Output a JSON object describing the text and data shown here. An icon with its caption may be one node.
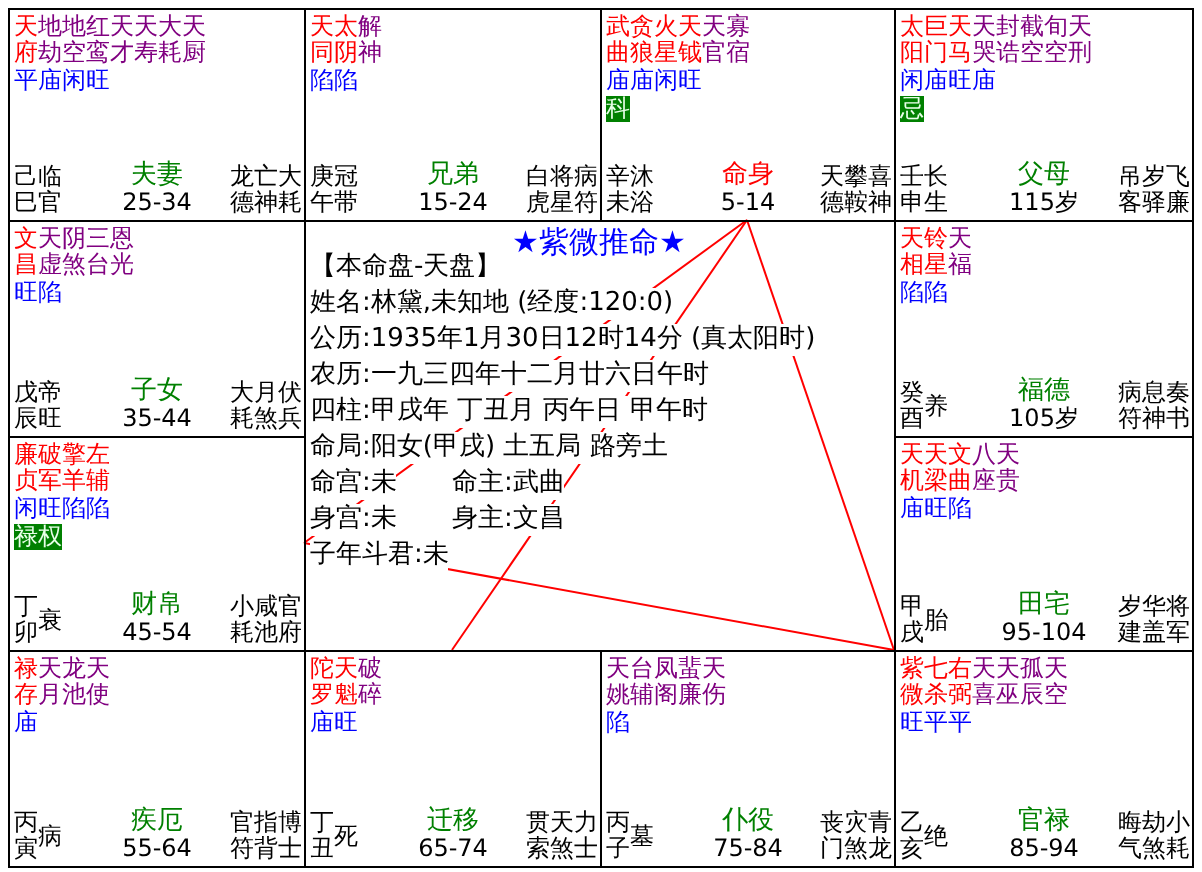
{
  "diagram": {
    "title": "★紫微推命★",
    "nodes": [
      {
        "text": [
          "天府",
          "地劫",
          "地空",
          "红鸾",
          "天才",
          "天寿",
          "大耗",
          "天厨",
          "平庙闲旺",
          "己巳",
          "临官",
          "夫妻",
          "25-34",
          "龙德",
          "亡神",
          "大耗"
        ]
      },
      {
        "text": [
          "天同",
          "太阴",
          "解神",
          "陷陷",
          "庚午",
          "冠带",
          "兄弟",
          "15-24",
          "白虎",
          "将星",
          "病符"
        ]
      },
      {
        "text": [
          "武曲",
          "贪狼",
          "火星",
          "天钺",
          "天官",
          "寡宿",
          "庙庙闲旺",
          "科",
          "辛未",
          "沐浴",
          "命身",
          "5-14",
          "天德",
          "攀鞍",
          "喜神"
        ]
      },
      {
        "text": [
          "太阳",
          "巨门",
          "天马",
          "天哭",
          "封诰",
          "截空",
          "旬空",
          "天刑",
          "闲庙旺庙",
          "忌",
          "壬申",
          "长生",
          "父母",
          "115岁",
          "吊客",
          "岁驿",
          "飞廉"
        ]
      },
      {
        "text": [
          "文昌",
          "天虚",
          "阴煞",
          "三台",
          "恩光",
          "旺陷",
          "戊辰",
          "帝旺",
          "子女",
          "35-44",
          "大耗",
          "月煞",
          "伏兵"
        ]
      },
      {
        "text": [
          "天相",
          "铃星",
          "天福",
          "陷陷",
          "癸酉",
          "养",
          "福德",
          "105岁",
          "病符",
          "息神",
          "奏书"
        ]
      },
      {
        "text": [
          "廉贞",
          "破军",
          "擎羊",
          "左辅",
          "闲旺陷陷",
          "禄权",
          "丁卯",
          "衰",
          "财帛",
          "45-54",
          "小耗",
          "咸池",
          "官府"
        ]
      },
      {
        "text": [
          "天机",
          "天梁",
          "文曲",
          "八座",
          "天贵",
          "庙旺陷",
          "甲戌",
          "胎",
          "田宅",
          "95-104",
          "岁建",
          "华盖",
          "将军"
        ]
      },
      {
        "text": [
          "禄存",
          "天月",
          "龙池",
          "天使",
          "庙",
          "丙寅",
          "病",
          "疾厄",
          "55-64",
          "官符",
          "指背",
          "博士"
        ]
      },
      {
        "text": [
          "陀罗",
          "天魁",
          "破碎",
          "庙旺",
          "丁丑",
          "死",
          "迁移",
          "65-74",
          "贯索",
          "天煞",
          "力士"
        ]
      },
      {
        "text": [
          "天姚",
          "台辅",
          "凤阁",
          "蜚廉",
          "天伤",
          "陷",
          "丙子",
          "墓",
          "仆役",
          "75-84",
          "丧门",
          "灾煞",
          "青龙"
        ]
      },
      {
        "text": [
          "紫微",
          "七杀",
          "右弼",
          "天喜",
          "天巫",
          "孤辰",
          "天空",
          "旺平平",
          "乙亥",
          "绝",
          "官禄",
          "85-94",
          "晦气",
          "劫煞",
          "小耗"
        ]
      }
    ],
    "edges": [
      {
        "from": 2,
        "to": 6,
        "arrow": "none"
      },
      {
        "from": 2,
        "to": 11,
        "arrow": "none"
      },
      {
        "from": 6,
        "to": 11,
        "arrow": "none"
      },
      {
        "from": 2,
        "to": 9,
        "arrow": "none"
      }
    ],
    "labels": [
      "【本命盘-天盘】",
      "姓名:林黛,未知地 (经度:120:0)",
      "公历:1935年1月30日12时14分 (真太阳时)",
      "农历:一九三四年十二月廿六日午时",
      "四柱:甲戌年 丁丑月 丙午日 甲午时",
      "命局:阳女(甲戌) 土五局 路旁土",
      "命宫:未",
      "命主:武曲",
      "身宫:未",
      "身主:文昌",
      "子年斗君:未"
    ]
  }
}
